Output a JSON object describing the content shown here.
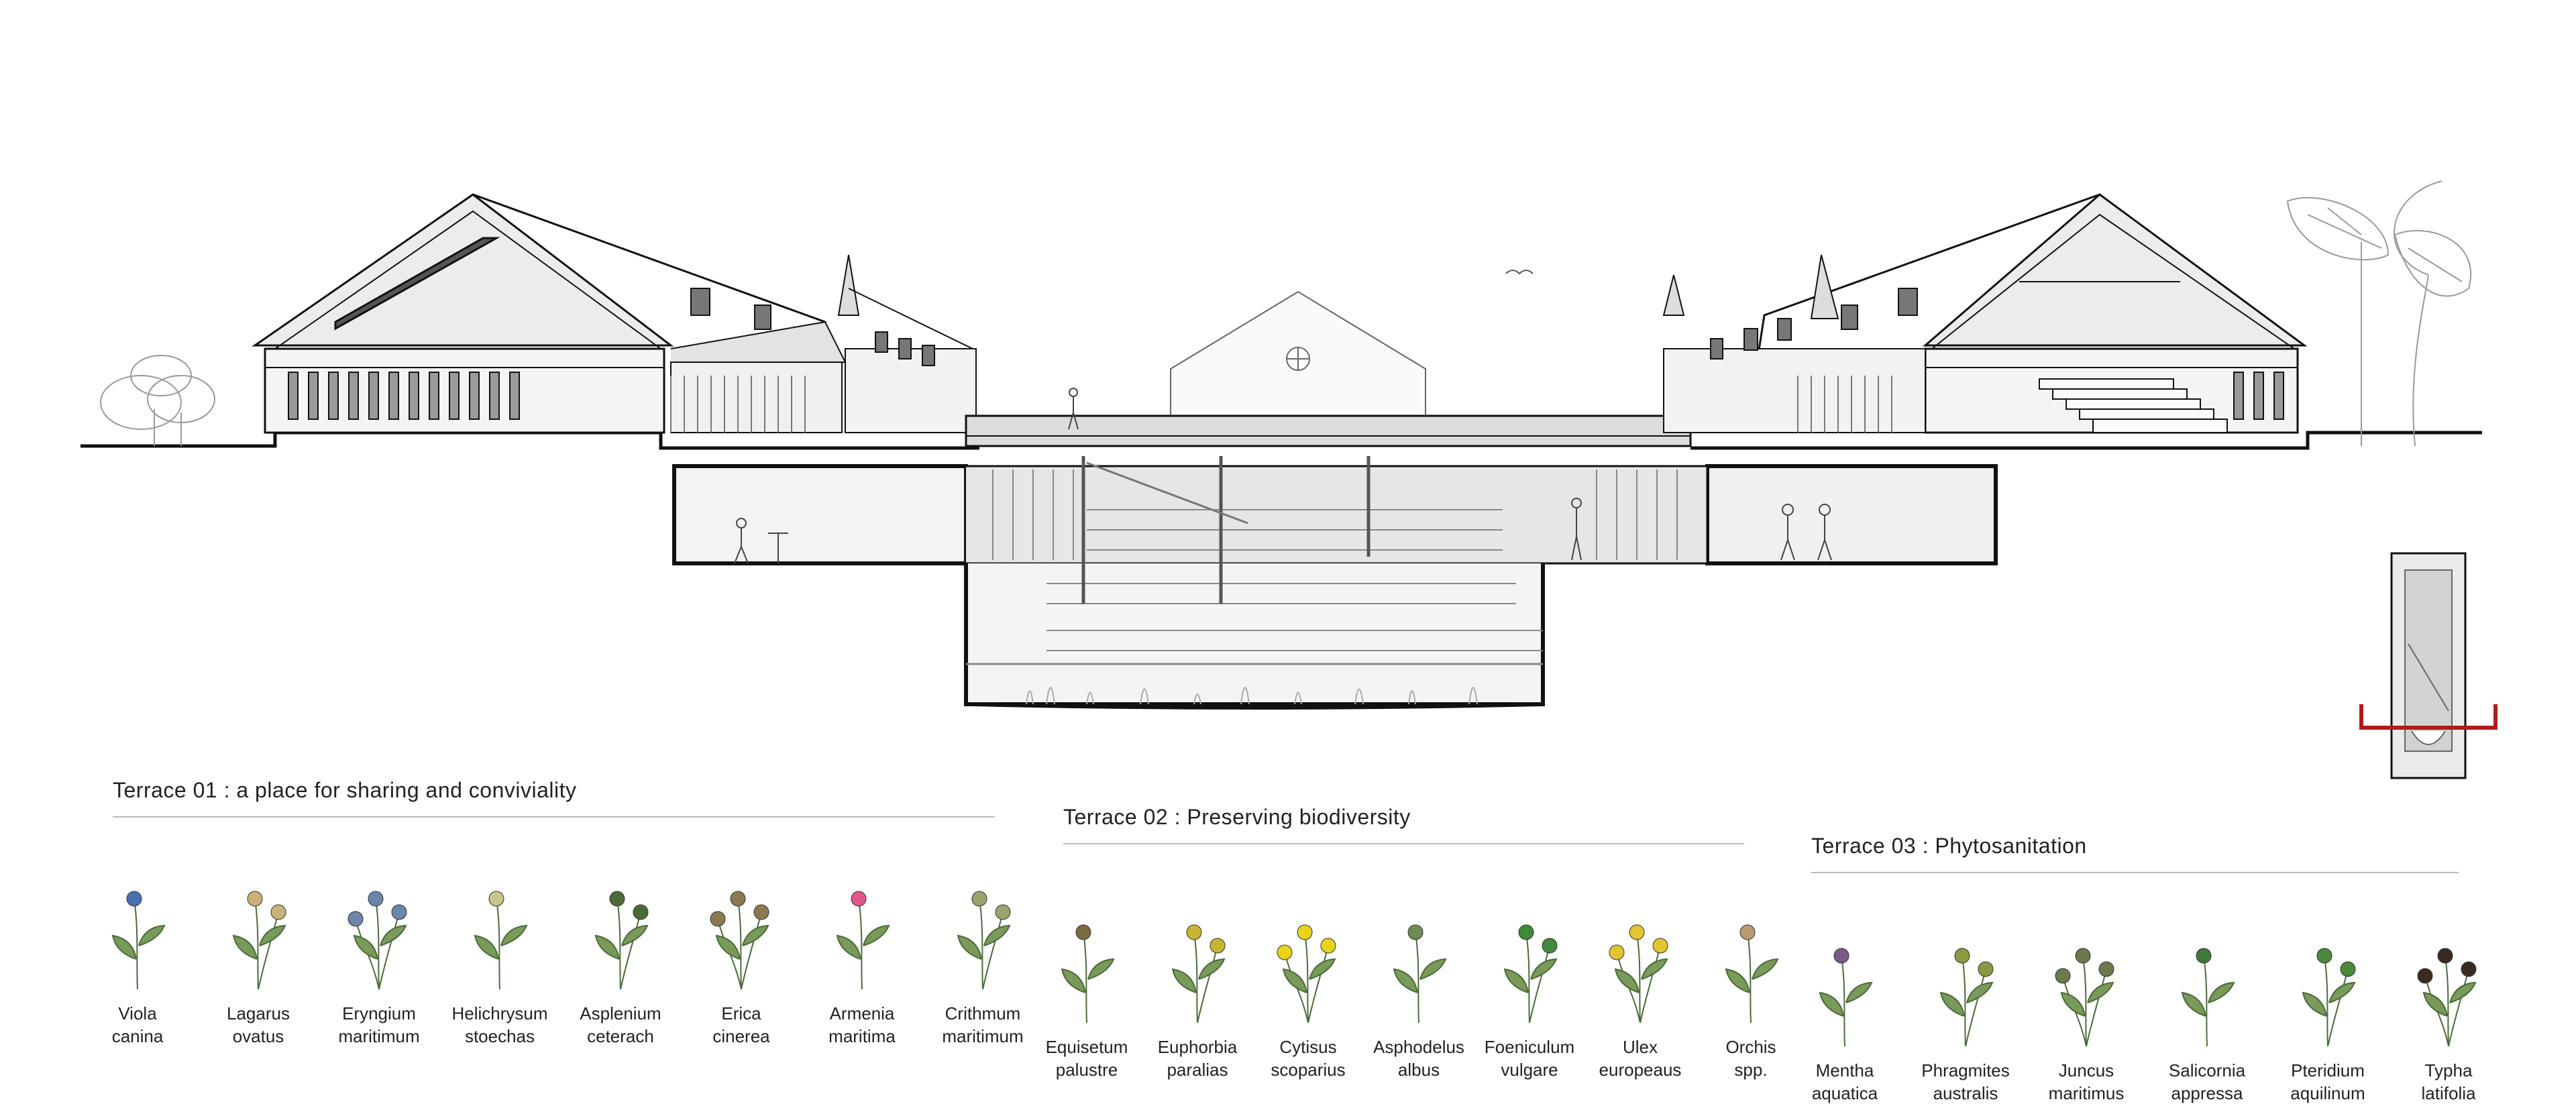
{
  "terraces": [
    {
      "title": "Terrace 01 : a place for sharing and conviviality",
      "plants": [
        {
          "genus": "Viola",
          "species": "canina",
          "icon": "viola-flower-icon",
          "color": "#4a6fb0"
        },
        {
          "genus": "Lagarus",
          "species": "ovatus",
          "icon": "grass-icon",
          "color": "#c9b27a"
        },
        {
          "genus": "Eryngium",
          "species": "maritimum",
          "icon": "thistle-icon",
          "color": "#6b86a8"
        },
        {
          "genus": "Helichrysum",
          "species": "stoechas",
          "icon": "clustered-flower-icon",
          "color": "#c8c48a"
        },
        {
          "genus": "Asplenium",
          "species": "ceterach",
          "icon": "fern-icon",
          "color": "#4d6b3a"
        },
        {
          "genus": "Erica",
          "species": "cinerea",
          "icon": "heather-icon",
          "color": "#8a7a50"
        },
        {
          "genus": "Armenia",
          "species": "maritima",
          "icon": "pink-flower-icon",
          "color": "#e0558a"
        },
        {
          "genus": "Crithmum",
          "species": "maritimum",
          "icon": "umbel-icon",
          "color": "#9aa36e"
        }
      ]
    },
    {
      "title": "Terrace 02 : Preserving biodiversity",
      "plants": [
        {
          "genus": "Equisetum",
          "species": "palustre",
          "icon": "horsetail-icon",
          "color": "#7a6a40"
        },
        {
          "genus": "Euphorbia",
          "species": "paralias",
          "icon": "spurge-icon",
          "color": "#c7b430"
        },
        {
          "genus": "Cytisus",
          "species": "scoparius",
          "icon": "broom-icon",
          "color": "#e8d21a"
        },
        {
          "genus": "Asphodelus",
          "species": "albus",
          "icon": "lily-leaves-icon",
          "color": "#6f8a55"
        },
        {
          "genus": "Foeniculum",
          "species": "vulgare",
          "icon": "fennel-icon",
          "color": "#3f8a3a"
        },
        {
          "genus": "Ulex",
          "species": "europeaus",
          "icon": "gorse-icon",
          "color": "#e2c530"
        },
        {
          "genus": "Orchis",
          "species": "spp.",
          "icon": "orchid-icon",
          "color": "#b79a70"
        }
      ]
    },
    {
      "title": "Terrace 03 : Phytosanitation",
      "plants": [
        {
          "genus": "Mentha",
          "species": "aquatica",
          "icon": "mint-icon",
          "color": "#7a5a8a"
        },
        {
          "genus": "Phragmites",
          "species": "australis",
          "icon": "reed-icon",
          "color": "#8a9a40"
        },
        {
          "genus": "Juncus",
          "species": "maritimus",
          "icon": "rush-icon",
          "color": "#6a7a4a"
        },
        {
          "genus": "Salicornia",
          "species": "appressa",
          "icon": "samphire-icon",
          "color": "#3f7a3a"
        },
        {
          "genus": "Pteridium",
          "species": "aquilinum",
          "icon": "bracken-icon",
          "color": "#4a8a3a"
        },
        {
          "genus": "Typha",
          "species": "latifolia",
          "icon": "cattail-icon",
          "color": "#3a2a20"
        }
      ]
    }
  ],
  "colors": {
    "outline": "#111111",
    "wall": "#d9d9d9",
    "shade": "#bdbdbd",
    "light": "#efefef",
    "section_marker": "#b01c1c"
  }
}
